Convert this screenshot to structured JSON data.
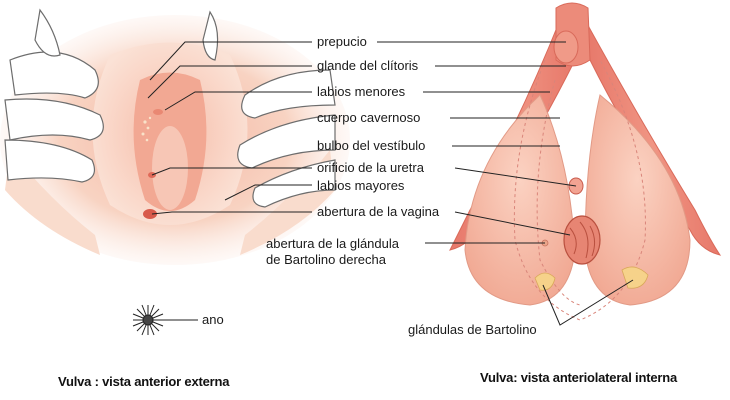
{
  "labels": {
    "prepucio": "prepucio",
    "glande": "glande del clítoris",
    "labios_menores": "labios menores",
    "cuerpo_cavernoso": "cuerpo cavernoso",
    "bulbo_vestibulo": "bulbo del vestíbulo",
    "orificio_uretra": "orificio de la uretra",
    "labios_mayores": "labios mayores",
    "abertura_vagina": "abertura de la vagina",
    "abertura_glandula_l1": "abertura de la glándula",
    "abertura_glandula_l2": "de Bartolino derecha",
    "ano": "ano",
    "glandulas_bartolino": "glándulas de Bartolino"
  },
  "captions": {
    "left": "Vulva : vista anterior externa",
    "right": "Vulva: vista anteriolateral interna"
  },
  "colors": {
    "skin_light": "#fbe0d2",
    "skin_mid": "#f3b9a4",
    "tissue_red": "#e9806f",
    "tissue_light": "#f6b8a4",
    "gland_yellow": "#f6d28a",
    "finger_outline": "#6d6d6d"
  }
}
